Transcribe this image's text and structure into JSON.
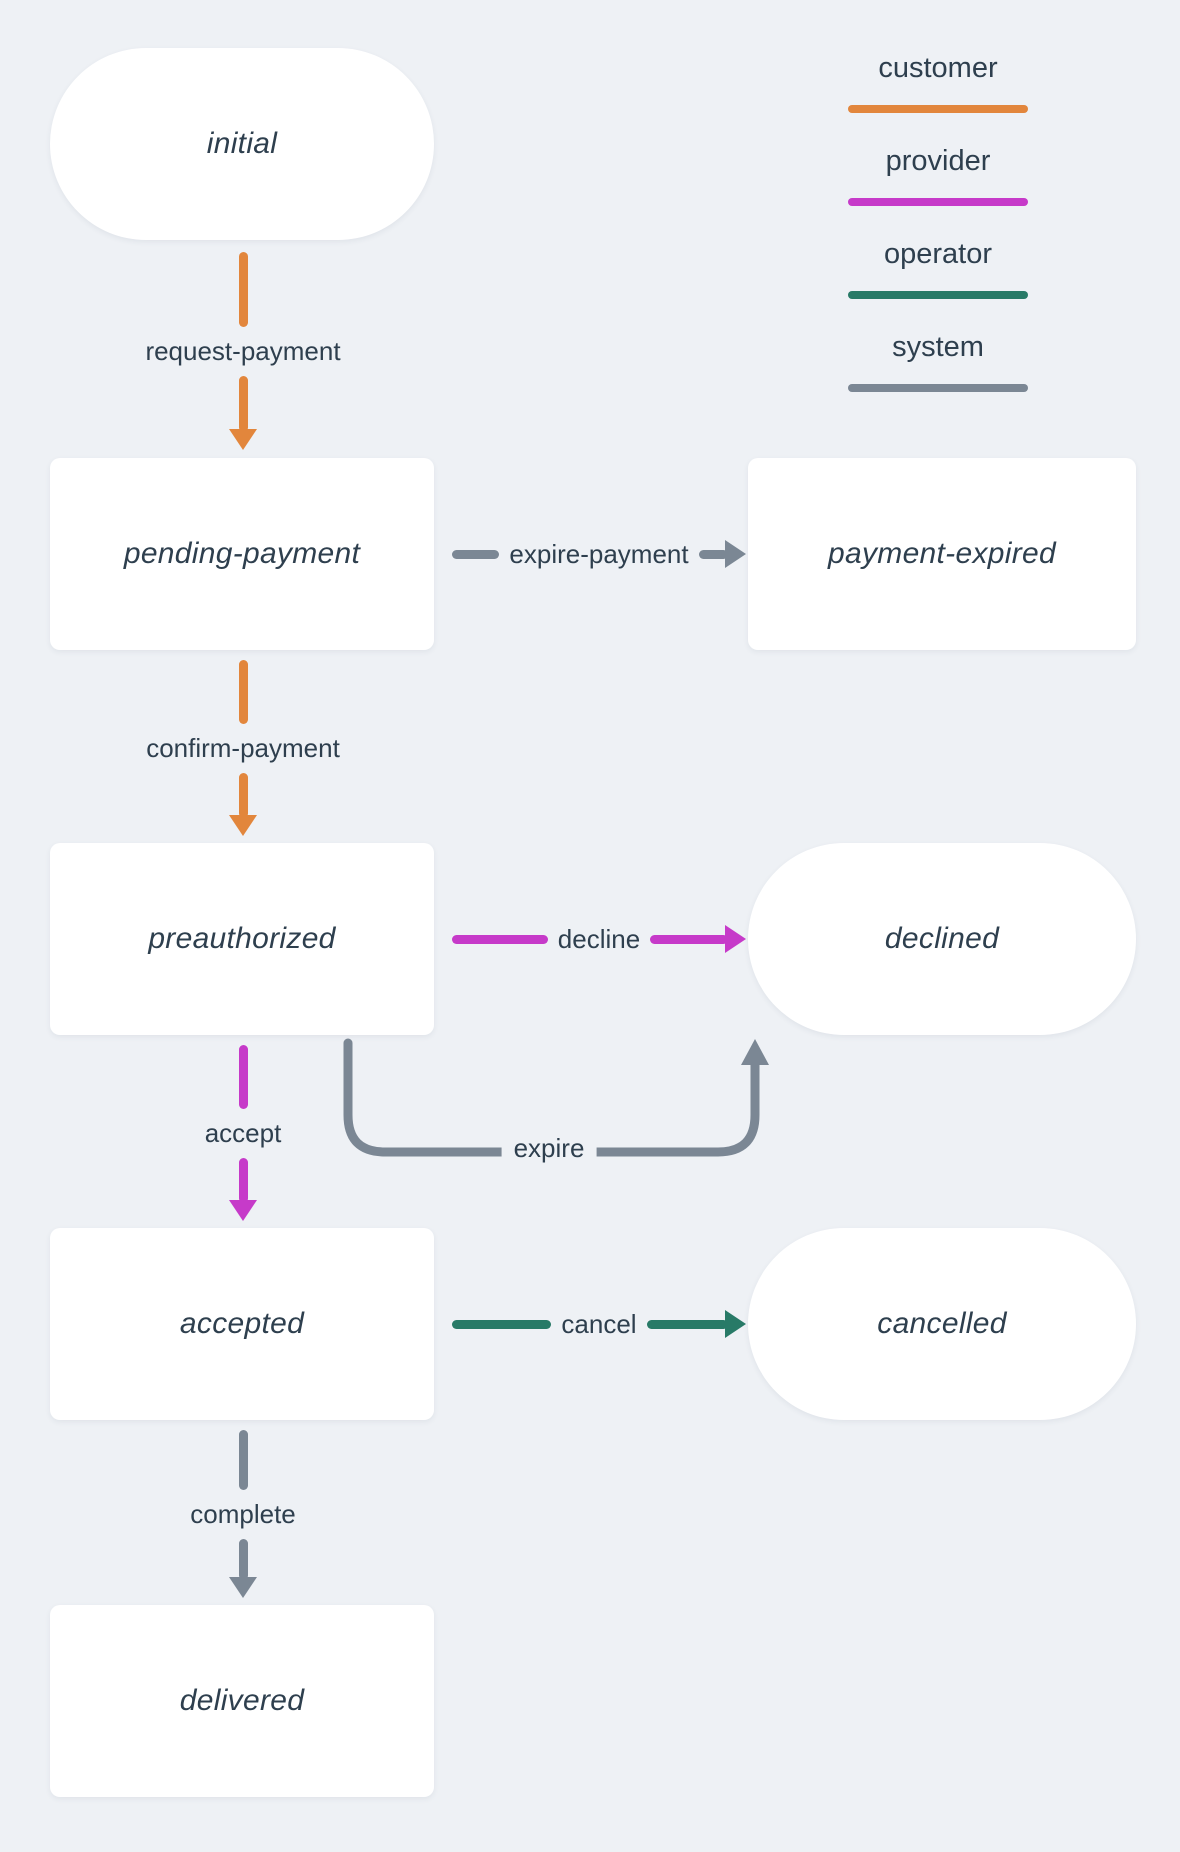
{
  "diagram": {
    "nodes": {
      "initial": {
        "label": "initial",
        "shape": "pill"
      },
      "pending_payment": {
        "label": "pending-payment",
        "shape": "rect"
      },
      "payment_expired": {
        "label": "payment-expired",
        "shape": "rect"
      },
      "preauthorized": {
        "label": "preauthorized",
        "shape": "rect"
      },
      "declined": {
        "label": "declined",
        "shape": "pill"
      },
      "accepted": {
        "label": "accepted",
        "shape": "rect"
      },
      "cancelled": {
        "label": "cancelled",
        "shape": "pill"
      },
      "delivered": {
        "label": "delivered",
        "shape": "rect"
      }
    },
    "edges": {
      "request_payment": {
        "label": "request-payment",
        "actor": "customer",
        "from": "initial",
        "to": "pending_payment"
      },
      "expire_payment": {
        "label": "expire-payment",
        "actor": "system",
        "from": "pending_payment",
        "to": "payment_expired"
      },
      "confirm_payment": {
        "label": "confirm-payment",
        "actor": "customer",
        "from": "pending_payment",
        "to": "preauthorized"
      },
      "decline": {
        "label": "decline",
        "actor": "provider",
        "from": "preauthorized",
        "to": "declined"
      },
      "accept": {
        "label": "accept",
        "actor": "provider",
        "from": "preauthorized",
        "to": "accepted"
      },
      "expire": {
        "label": "expire",
        "actor": "system",
        "from": "preauthorized",
        "to": "declined"
      },
      "cancel": {
        "label": "cancel",
        "actor": "operator",
        "from": "accepted",
        "to": "cancelled"
      },
      "complete": {
        "label": "complete",
        "actor": "system",
        "from": "accepted",
        "to": "delivered"
      }
    },
    "legend": [
      {
        "label": "customer",
        "color": "#e2863c"
      },
      {
        "label": "provider",
        "color": "#c63ac9"
      },
      {
        "label": "operator",
        "color": "#287a67"
      },
      {
        "label": "system",
        "color": "#7b8794"
      }
    ],
    "colors": {
      "background": "#eef1f5",
      "node_fill": "#ffffff",
      "text": "#2e3f4e",
      "customer": "#e2863c",
      "provider": "#c63ac9",
      "operator": "#287a67",
      "system": "#7b8794"
    }
  }
}
